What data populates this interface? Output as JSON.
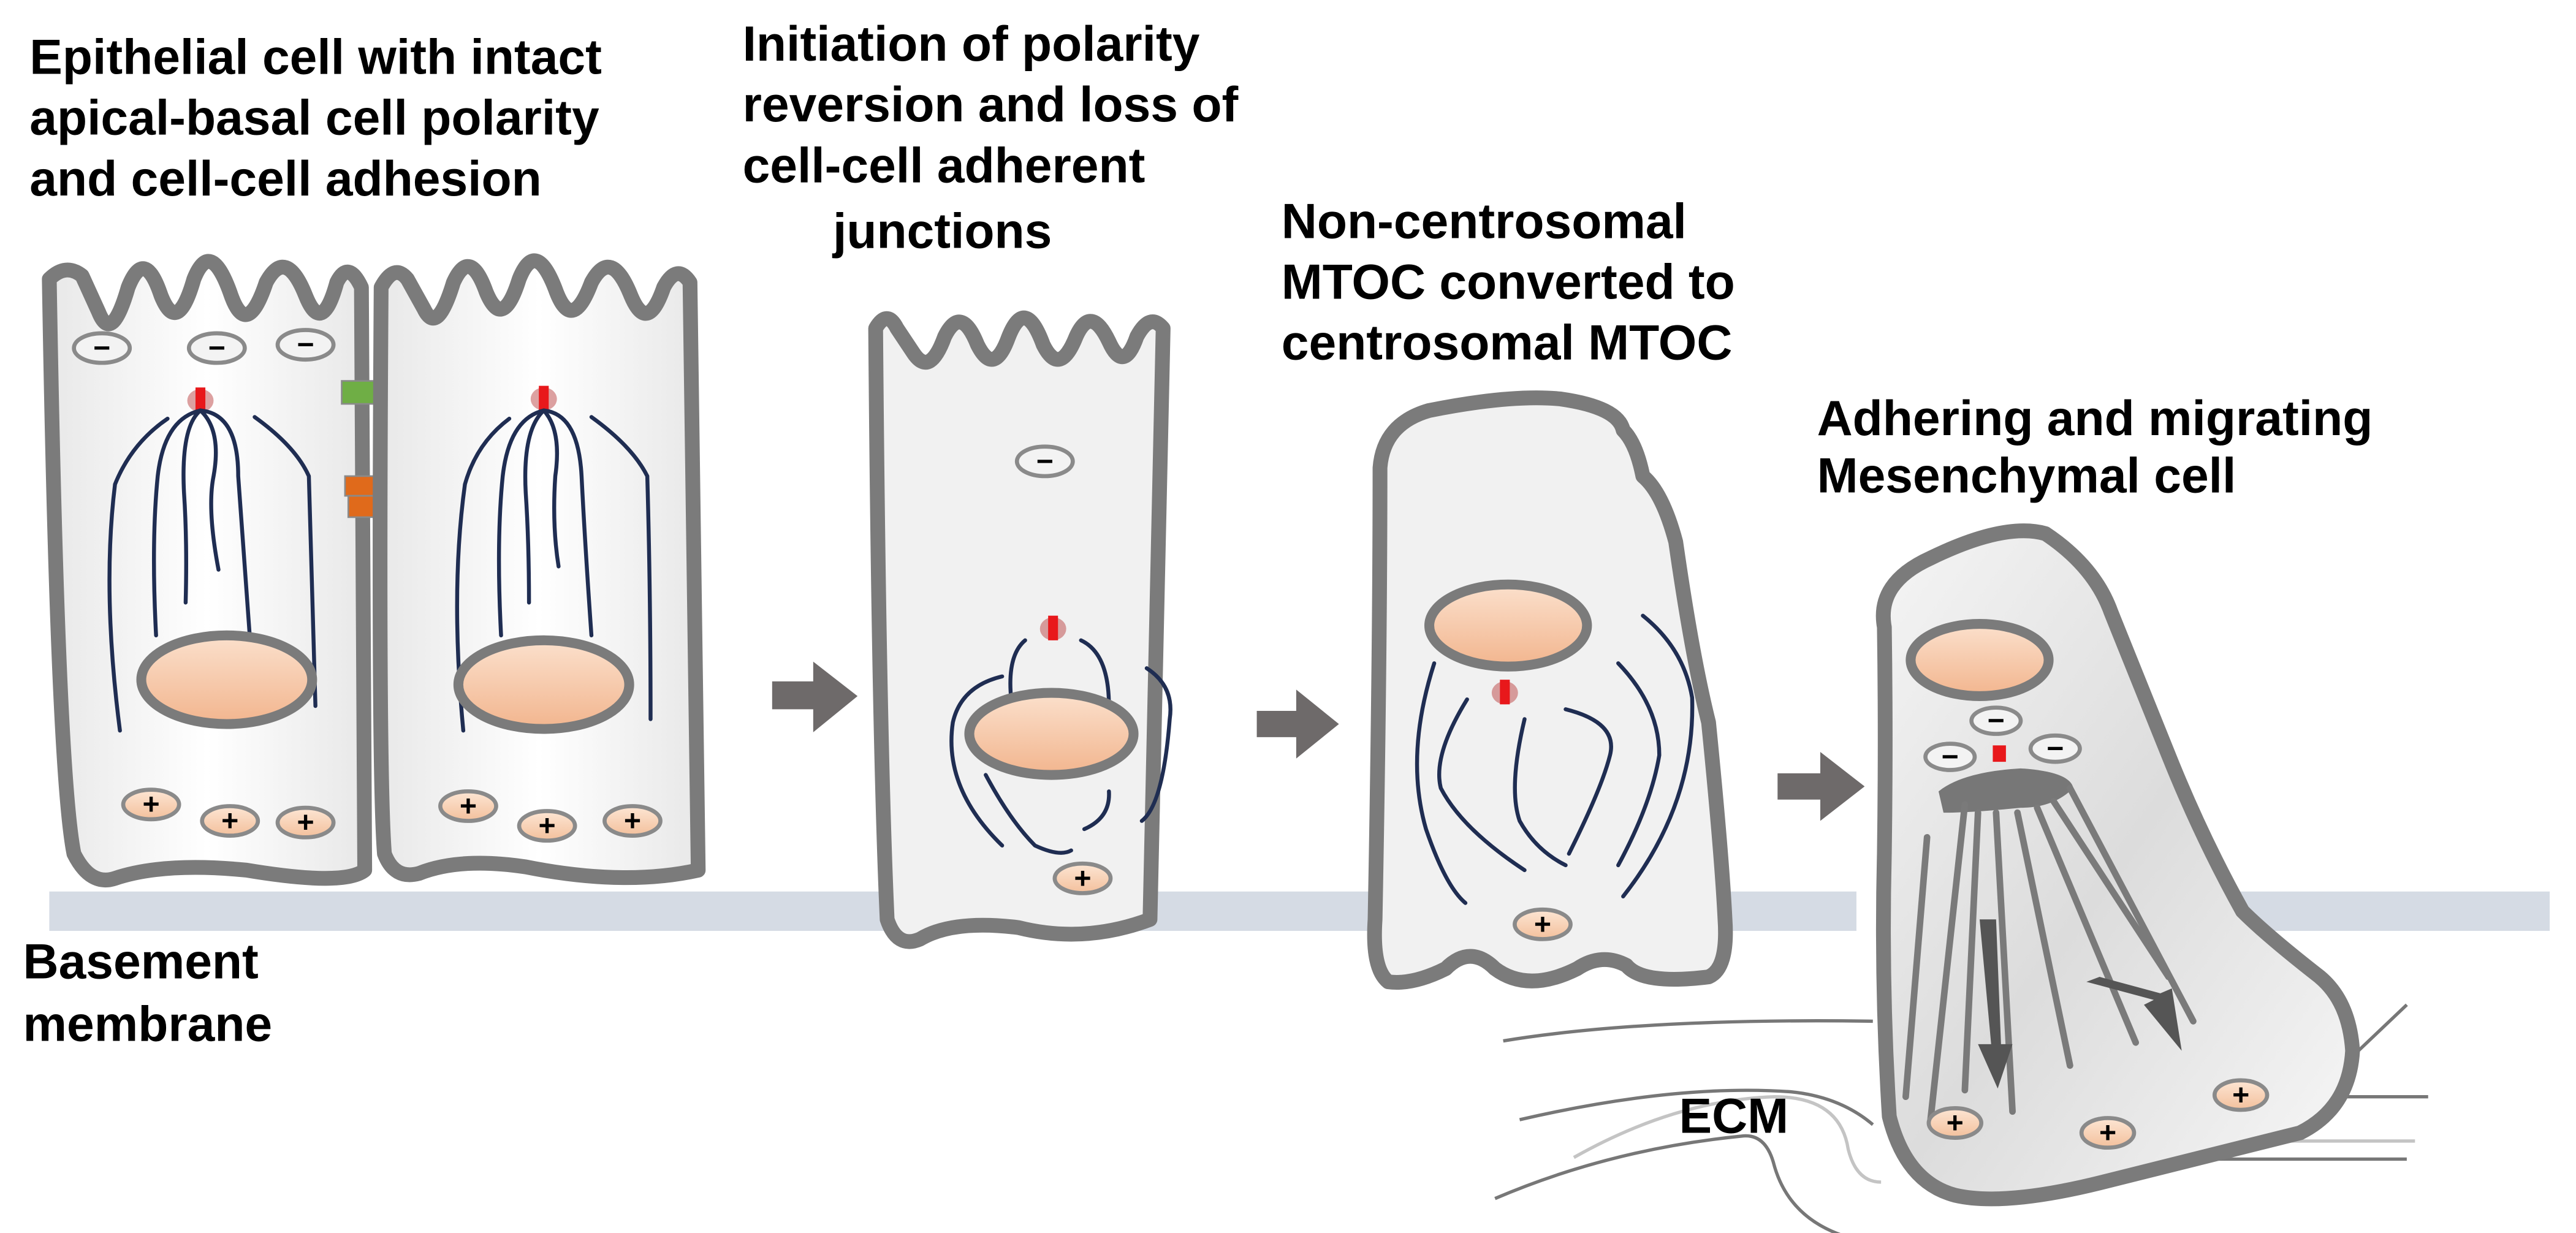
{
  "figure": {
    "stages": [
      {
        "id": "epithelial",
        "label_lines": [
          "Epithelial cell with intact",
          "apical-basal cell polarity",
          "and cell-cell adhesion"
        ]
      },
      {
        "id": "initiation",
        "label_lines": [
          "Initiation of polarity",
          "reversion and loss of",
          "cell-cell adherent",
          "junctions"
        ]
      },
      {
        "id": "mtoc",
        "label_lines": [
          "Non-centrosomal",
          "MTOC converted to",
          "centrosomal MTOC"
        ]
      },
      {
        "id": "mesenchymal",
        "label_lines": [
          "Adhering and migrating",
          "Mesenchymal cell"
        ]
      }
    ],
    "basement_membrane_label": [
      "Basement",
      "membrane"
    ],
    "ecm_label": "ECM",
    "symbols": {
      "minus": "−",
      "plus": "+"
    },
    "colors": {
      "cell_outline": "#7b7b7b",
      "cell_fill": "#f1f1f1",
      "nucleus": "#f6c7a6",
      "microtubule": "#1f2d52",
      "centrosome": "#e8181b",
      "tight_junction": "#6fae45",
      "adherens_junction": "#e06a1b",
      "basement_membrane": "#d5dbe4",
      "arrow": "#6e6a6a"
    }
  }
}
